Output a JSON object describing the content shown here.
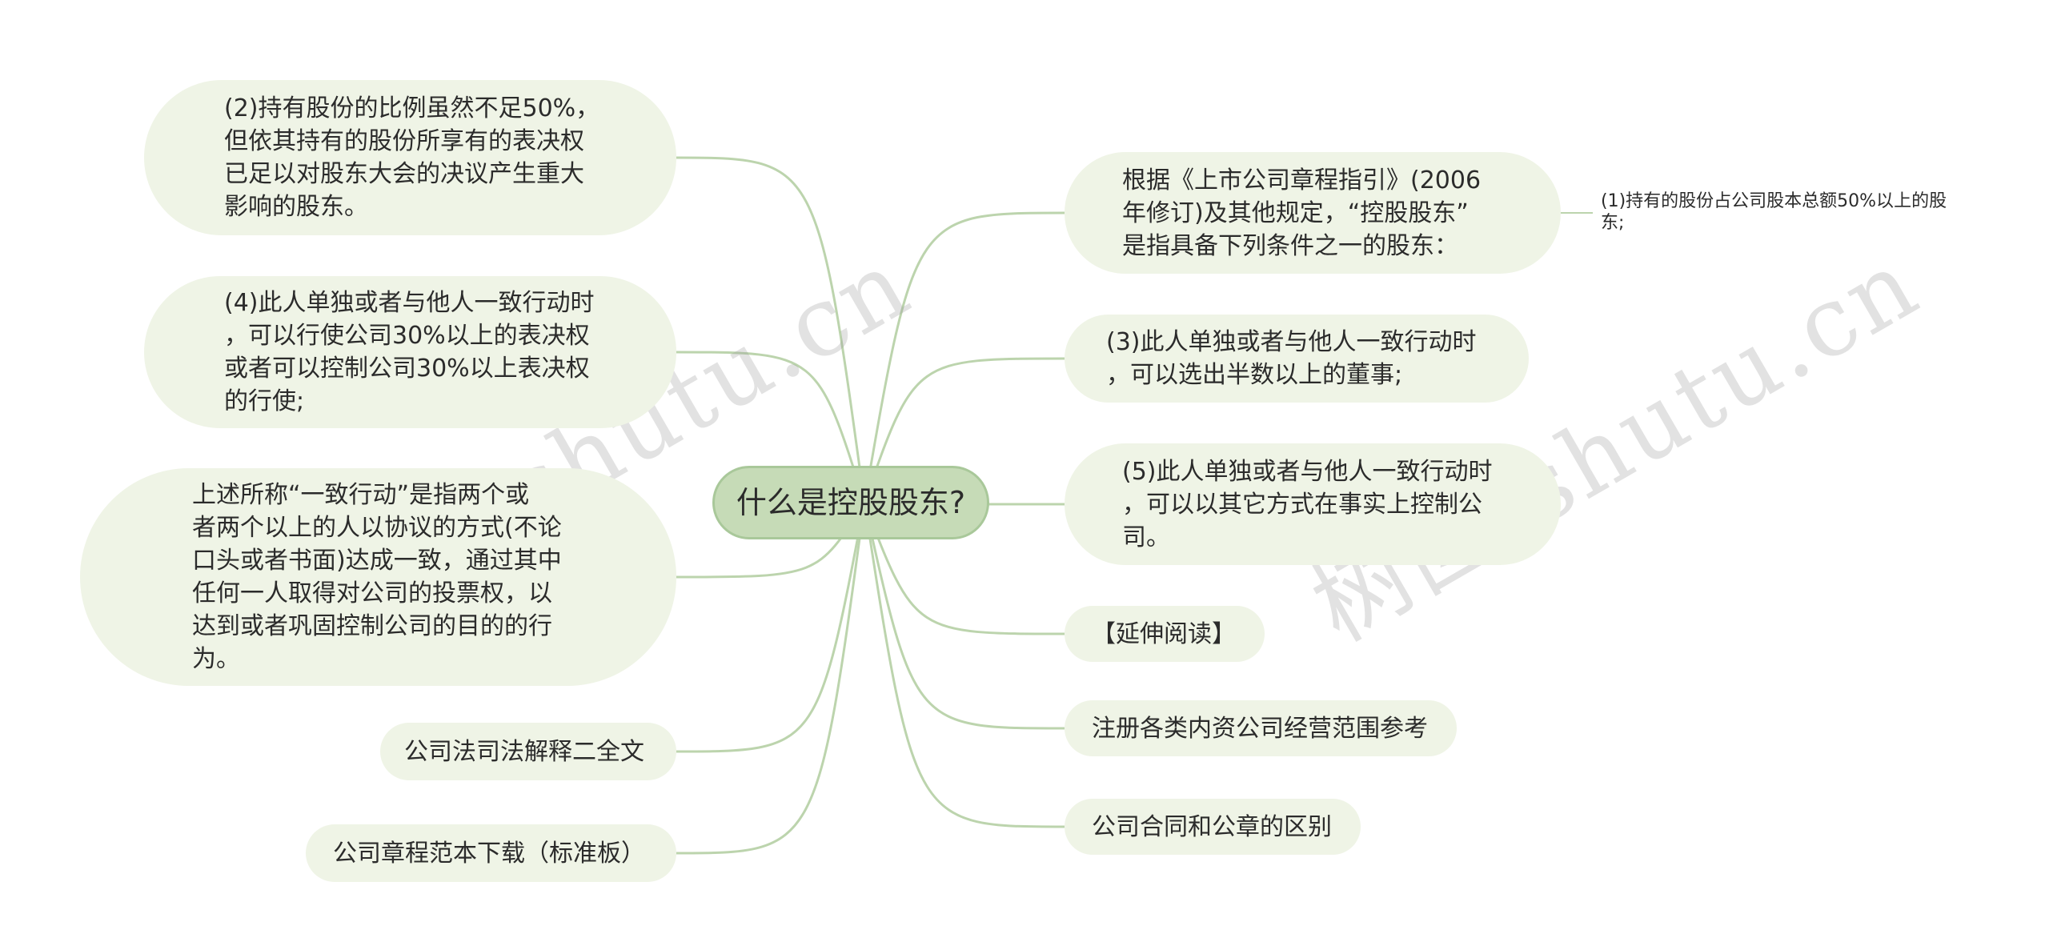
{
  "watermark": "树图 shutu.cn",
  "root": "什么是控股股东?",
  "left_nodes": [
    "(2)持有股份的比例虽然不足50%，\n但依其持有的股份所享有的表决权\n已足以对股东大会的决议产生重大\n影响的股东。",
    "(4)此人单独或者与他人一致行动时\n，可以行使公司30%以上的表决权\n或者可以控制公司30%以上表决权\n的行使;",
    "上述所称“一致行动”是指两个或\n者两个以上的人以协议的方式(不论\n口头或者书面)达成一致，通过其中\n任何一人取得对公司的投票权，以\n达到或者巩固控制公司的目的的行\n为。",
    "公司法司法解释二全文",
    "公司章程范本下载（标准板）"
  ],
  "right_nodes": [
    "根据《上市公司章程指引》(2006\n年修订)及其他规定，“控股股东”\n是指具备下列条件之一的股东：",
    "(3)此人单独或者与他人一致行动时\n，可以选出半数以上的董事;",
    "(5)此人单独或者与他人一致行动时\n，可以以其它方式在事实上控制公\n司。",
    "【延伸阅读】",
    "注册各类内资公司经营范围参考",
    "公司合同和公章的区别"
  ],
  "leaf": "(1)持有的股份占公司股本总额50%以上的股\n东;",
  "colors": {
    "edge": "#bcd4ad",
    "node": "#eff4e6",
    "root": "#c6dbb7"
  }
}
